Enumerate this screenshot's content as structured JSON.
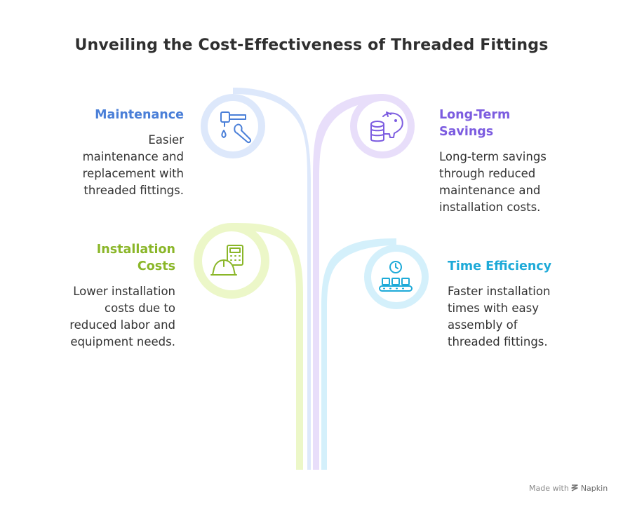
{
  "title": "Unveiling the Cost-Effectiveness of Threaded Fittings",
  "colors": {
    "maintenance": "#4a7fd8",
    "long_term": "#7c5ce0",
    "installation": "#8ab628",
    "time": "#1eaad8"
  },
  "items": [
    {
      "heading": "Maintenance",
      "description": [
        "Easier",
        "maintenance and",
        "replacement with",
        "threaded fittings."
      ],
      "icon": "faucet-wrench-icon"
    },
    {
      "heading": [
        "Long-Term",
        "Savings"
      ],
      "description": [
        "Long-term savings",
        "through reduced",
        "maintenance and",
        "installation costs."
      ],
      "icon": "piggy-bank-coins-icon"
    },
    {
      "heading": [
        "Installation",
        "Costs"
      ],
      "description": [
        "Lower installation",
        "costs due to",
        "reduced labor and",
        "equipment needs."
      ],
      "icon": "hardhat-calculator-icon"
    },
    {
      "heading": "Time Efficiency",
      "description": [
        "Faster installation",
        "times with easy",
        "assembly of",
        "threaded fittings."
      ],
      "icon": "clock-conveyor-icon"
    }
  ],
  "footer": {
    "made_with": "Made with",
    "brand": "Napkin"
  }
}
